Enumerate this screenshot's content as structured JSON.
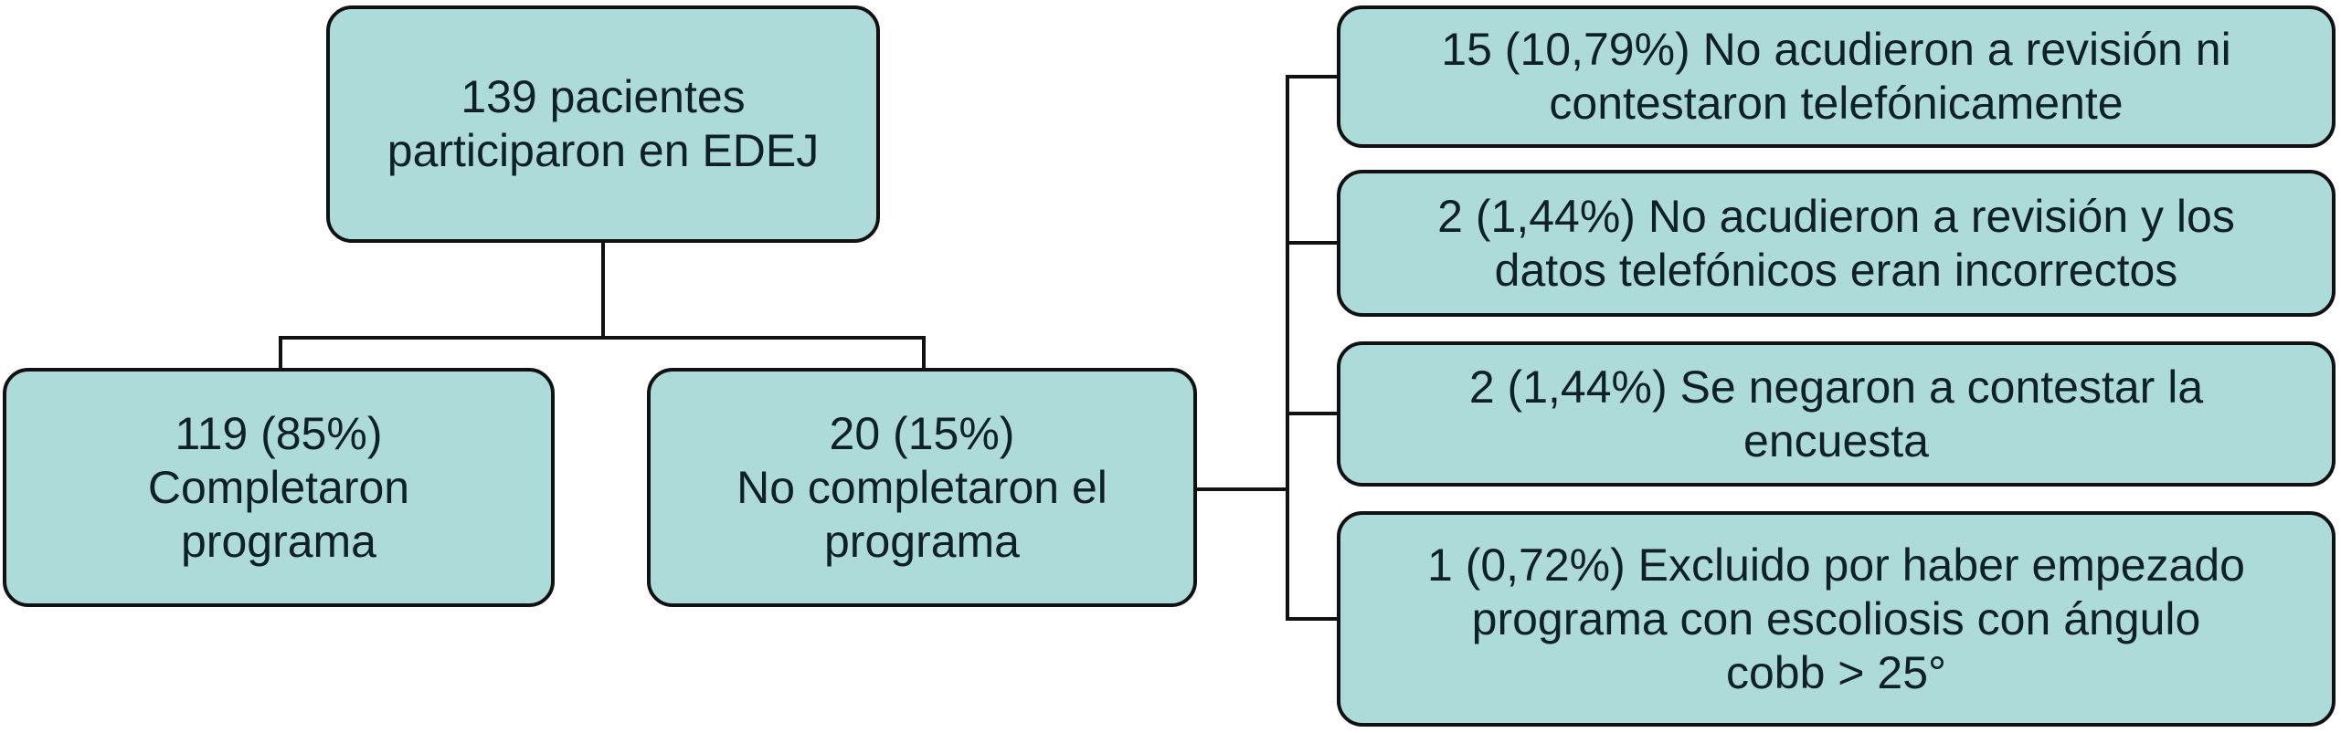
{
  "colors": {
    "box_fill": "#acdbda",
    "box_border": "#111111",
    "line": "#111111",
    "text": "#102028",
    "background": "#ffffff"
  },
  "diagram": {
    "nodes": {
      "root": {
        "lines": [
          "139 pacientes",
          "participaron en EDEJ"
        ]
      },
      "completed": {
        "lines": [
          "119 (85%)",
          "Completaron",
          "programa"
        ]
      },
      "not_completed": {
        "lines": [
          "20 (15%)",
          "No completaron el",
          "programa"
        ]
      },
      "reason1": {
        "lines": [
          "15 (10,79%) No acudieron a revisión ni",
          "contestaron telefónicamente"
        ]
      },
      "reason2": {
        "lines": [
          "2 (1,44%) No acudieron a revisión y los",
          "datos telefónicos eran incorrectos"
        ]
      },
      "reason3": {
        "lines": [
          "2 (1,44%) Se negaron a contestar la",
          "encuesta"
        ]
      },
      "reason4": {
        "lines": [
          "1 (0,72%) Excluido por haber empezado",
          "programa con escoliosis con ángulo",
          "cobb > 25°"
        ]
      }
    },
    "edges": [
      {
        "from": "root",
        "to": "completed"
      },
      {
        "from": "root",
        "to": "not_completed"
      },
      {
        "from": "not_completed",
        "to": "reason1"
      },
      {
        "from": "not_completed",
        "to": "reason2"
      },
      {
        "from": "not_completed",
        "to": "reason3"
      },
      {
        "from": "not_completed",
        "to": "reason4"
      }
    ]
  }
}
